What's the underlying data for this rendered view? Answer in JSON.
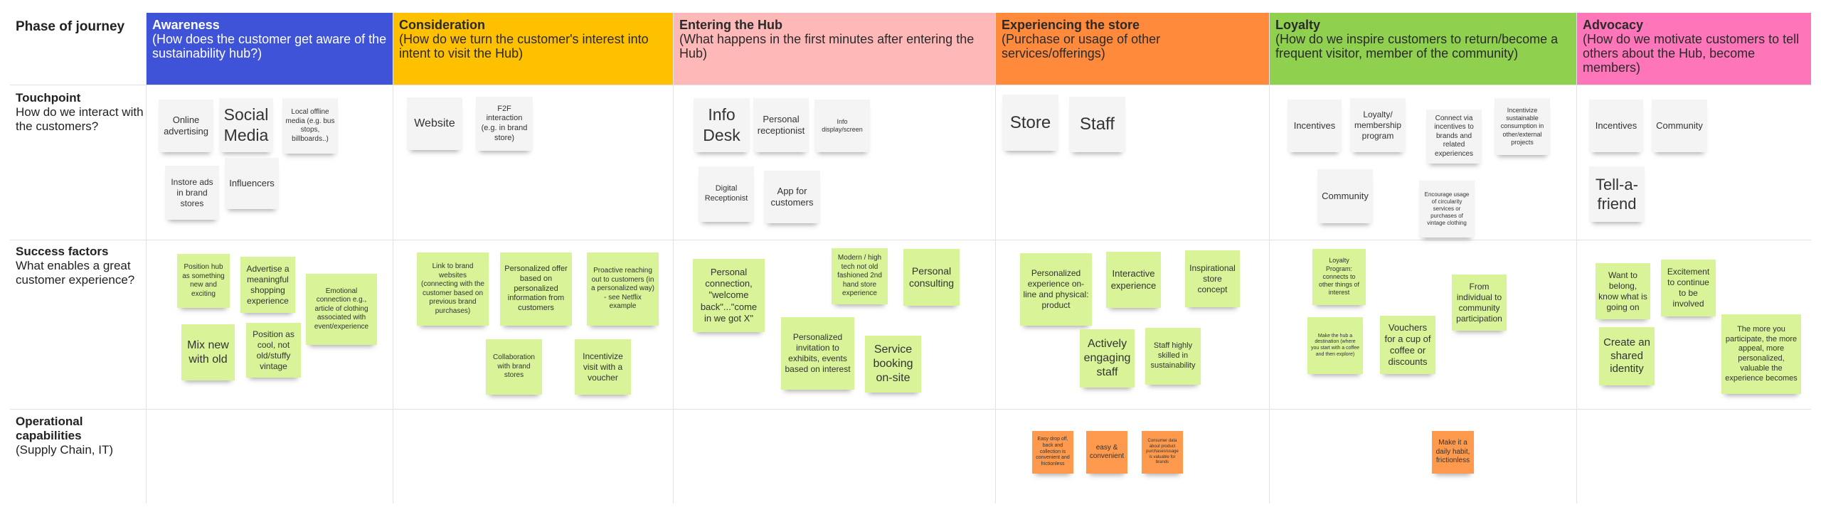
{
  "phase_label": "Phase of journey",
  "rows": [
    {
      "title": "Touchpoint",
      "subtitle": "How do we interact with the customers?"
    },
    {
      "title": "Success factors",
      "subtitle": "What enables a great customer experience?"
    },
    {
      "title": "Operational capabilities",
      "subtitle": "(Supply Chain, IT)"
    }
  ],
  "phases": [
    {
      "title": "Awareness",
      "subtitle": "(How does the customer get aware of the sustainability hub?)",
      "color": "#3f53d9",
      "text_color": "#ffffff"
    },
    {
      "title": "Consideration",
      "subtitle": "(How do we turn the customer's interest into intent to visit the Hub)",
      "color": "#ffc000",
      "text_color": "#2a2a2a"
    },
    {
      "title": "Entering the Hub",
      "subtitle": "(What happens in the first minutes after entering the Hub)",
      "color": "#ffb8b8",
      "text_color": "#2a2a2a"
    },
    {
      "title": "Experiencing the store",
      "subtitle": "(Purchase or usage of other services/offerings)",
      "color": "#ff8a3c",
      "text_color": "#2a2a2a"
    },
    {
      "title": "Loyalty",
      "subtitle": "(How do we inspire customers to return/become a frequent visitor, member of the community)",
      "color": "#8fd14f",
      "text_color": "#2a2a2a"
    },
    {
      "title": "Advocacy",
      "subtitle": "(How do we motivate customers to tell others about the Hub, become members)",
      "color": "#ff75b9",
      "text_color": "#2a2a2a"
    }
  ],
  "notes": {
    "awareness": [
      "Online advertising",
      "Social Media",
      "Local offline media (e.g. bus stops, billboards..)",
      "Instore ads in brand stores",
      "Influencers",
      "Position hub as something new and exciting",
      "Advertise a meaningful shopping experience",
      "Emotional connection e.g., article of clothing associated with event/experience",
      "Mix new with old",
      "Position as cool, not old/stuffy vintage"
    ],
    "consideration": [
      "Website",
      "F2F interaction (e.g. in brand store)",
      "Link to brand websites (connecting with the customer based on previous brand purchases)",
      "Personalized offer based on personalized information from customers",
      "Proactive reaching out to customers (in a personalized way) - see Netflix example",
      "Collaboration with brand stores",
      "Incentivize visit with a voucher"
    ],
    "entering": [
      "Info Desk",
      "Personal receptionist",
      "Info display/screen",
      "Digital Receptionist",
      "App for customers",
      "Personal connection, \"welcome back\"...\"come in we got  X\"",
      "Modern / high tech not old fashioned 2nd hand store experience",
      "Personal consulting",
      "Personalized invitation to exhibits, events based on interest",
      "Service booking on-site"
    ],
    "experiencing": [
      "Store",
      "Staff",
      "Personalized experience on-line and physical: product",
      "Interactive experience",
      "Inspirational store concept",
      "Actively engaging staff",
      "Staff highly skilled in sustainability",
      "Easy drop off, back and collection is convenient and frictionless",
      "easy & convenient",
      "Consumer data about product purchases/usage is valuable for brands"
    ],
    "loyalty": [
      "Incentives",
      "Loyalty/ membership program",
      "Connect via incentives to brands and related experiences",
      "Incentivize sustainable consumption in other/external projects",
      "Community",
      "Encourage  usage of circularity services or purchases of vintage clothing",
      "Loyalty Program: connects to other things of interest",
      "From individual to community participation",
      "Make the hub a destination (where you start with a coffee and then explore)",
      "Vouchers for a cup of coffee or discounts",
      "Make it a daily habit, frictionless"
    ],
    "advocacy": [
      "Incentives",
      "Community",
      "Tell-a-friend",
      "Want to belong, know what is going on",
      "Excitement to continue to be involved",
      "Create an shared identity",
      "The more you participate, the more appeal, more personalized, valuable the experience becomes"
    ]
  }
}
